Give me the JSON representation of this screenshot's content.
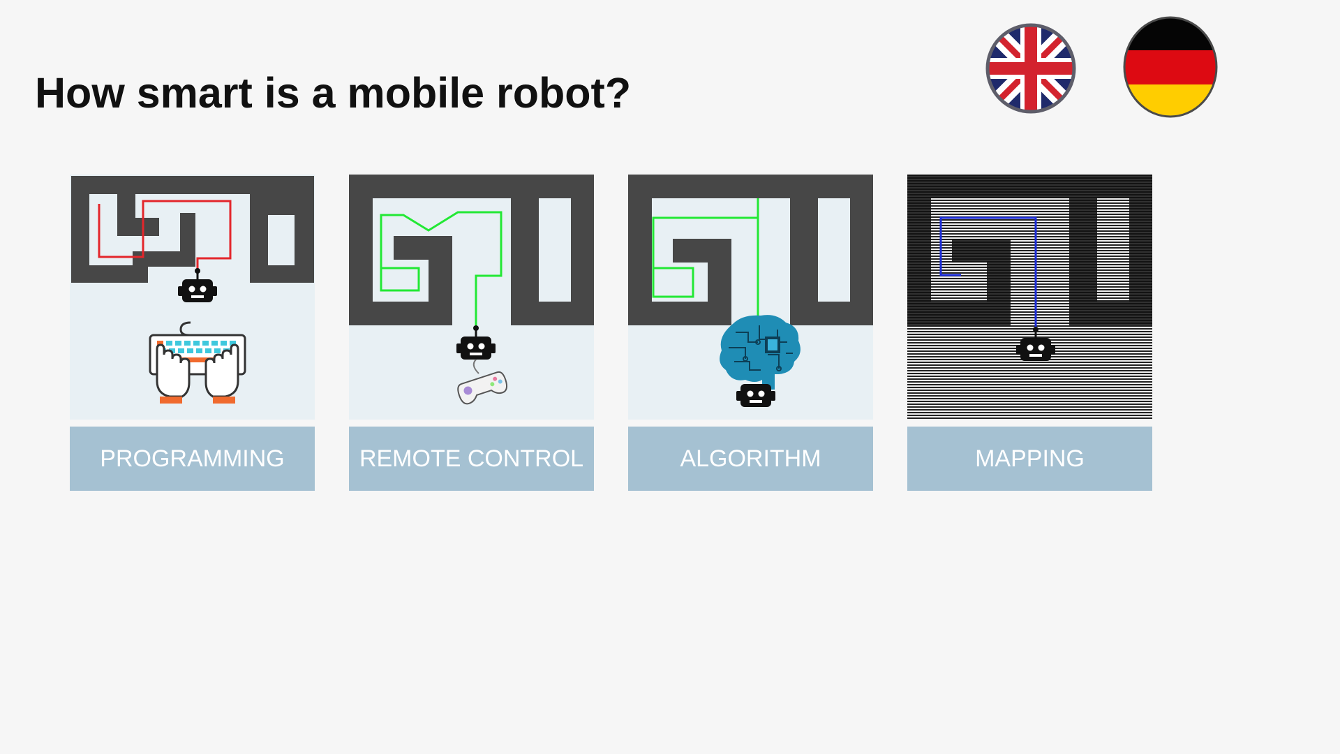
{
  "page": {
    "title": "How smart is a mobile robot?"
  },
  "languages": [
    {
      "name": "English",
      "icon": "uk-flag-icon"
    },
    {
      "name": "Deutsch",
      "icon": "german-flag-icon"
    }
  ],
  "cards": [
    {
      "label": "PROGRAMMING",
      "icon": "keyboard-hands-icon",
      "path_color": "#e3262b"
    },
    {
      "label": "REMOTE CONTROL",
      "icon": "gamepad-icon",
      "path_color": "#22e834"
    },
    {
      "label": "ALGORITHM",
      "icon": "circuit-brain-icon",
      "path_color": "#22e834"
    },
    {
      "label": "MAPPING",
      "icon": "map-scan-icon",
      "path_color": "#1a2bd6"
    }
  ],
  "colors": {
    "background": "#f6f6f6",
    "label_bg": "#a5c1d2",
    "label_text": "#ffffff",
    "maze_wall": "#474747",
    "tile_bg": "#e8f0f4"
  }
}
